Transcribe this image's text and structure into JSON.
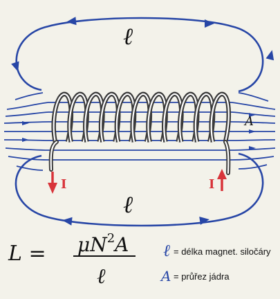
{
  "diagram": {
    "top_field_label": "ℓ",
    "bottom_field_label": "ℓ",
    "area_label": "A",
    "current_left_label": "I",
    "current_right_label": "I"
  },
  "formula": {
    "lhs": "L =",
    "numerator_mu_n": "μN",
    "numerator_exp": "2",
    "numerator_a": "A",
    "denominator": "ℓ"
  },
  "legend": {
    "length_symbol": "ℓ",
    "length_text": "= délka magnet. siločáry",
    "area_symbol": "A",
    "area_text": "= průřez jádra"
  },
  "colors": {
    "background": "#f3f2ea",
    "field_line": "#2746a6",
    "coil": "#3a3a3a",
    "current_arrow": "#d8343a",
    "text": "#111111"
  }
}
